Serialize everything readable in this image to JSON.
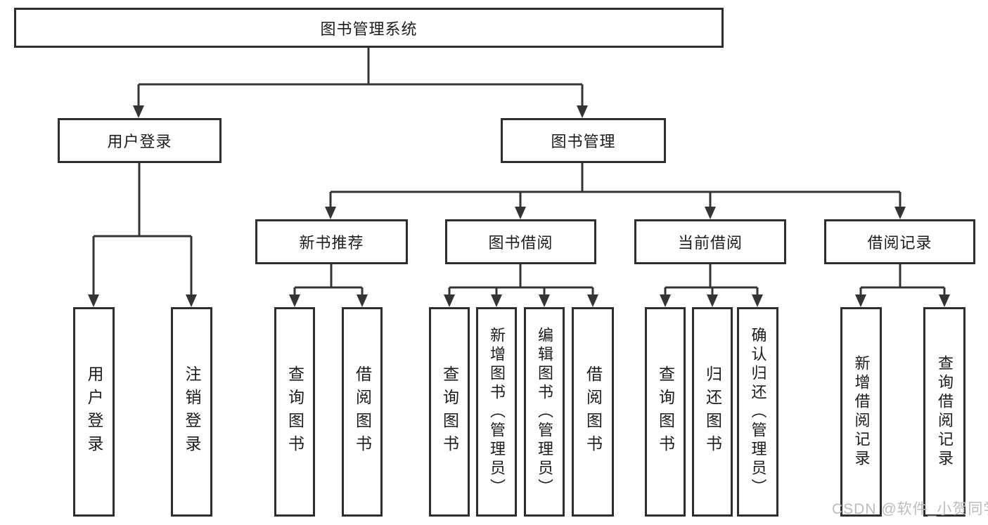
{
  "tree": {
    "root": {
      "label": "图书管理系统",
      "children": [
        {
          "label": "用户登录",
          "children": [
            {
              "label": "用户登录"
            },
            {
              "label": "注销登录"
            }
          ]
        },
        {
          "label": "图书管理",
          "children": [
            {
              "label": "新书推荐",
              "children": [
                {
                  "label": "查询图书"
                },
                {
                  "label": "借阅图书"
                }
              ]
            },
            {
              "label": "图书借阅",
              "children": [
                {
                  "label": "查询图书"
                },
                {
                  "label": "新增图书（管理员）"
                },
                {
                  "label": "编辑图书（管理员）"
                },
                {
                  "label": "借阅图书"
                }
              ]
            },
            {
              "label": "当前借阅",
              "children": [
                {
                  "label": "查询图书"
                },
                {
                  "label": "归还图书"
                },
                {
                  "label": "确认归还（管理员）"
                }
              ]
            },
            {
              "label": "借阅记录",
              "children": [
                {
                  "label": "新增借阅记录"
                },
                {
                  "label": "查询借阅记录"
                }
              ]
            }
          ]
        }
      ]
    }
  },
  "watermark": {
    "text": "CSDN @软件_小贺同学"
  },
  "colors": {
    "line": "#343434",
    "box_border": "#2e2e2e",
    "text": "#1c1c1c",
    "watermark": "#bcbcbc",
    "background": "#ffffff"
  }
}
